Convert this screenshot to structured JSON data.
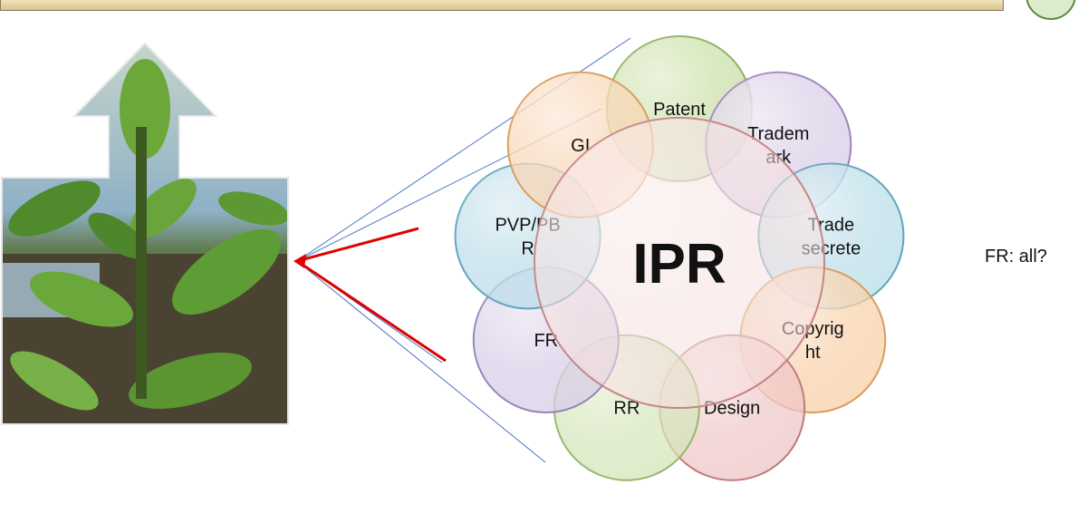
{
  "center": {
    "label": "IPR"
  },
  "bubbles": [
    {
      "id": "patent",
      "lines": [
        "Patent"
      ],
      "color": "#c6dea0",
      "stroke": "#8eae5e"
    },
    {
      "id": "trademark",
      "lines": [
        "Tradem",
        "ark"
      ],
      "color": "#d8cbe6",
      "stroke": "#9a86b8"
    },
    {
      "id": "trade-secrete",
      "lines": [
        "Trade",
        "secrete"
      ],
      "color": "#b7dde8",
      "stroke": "#5ea3bd"
    },
    {
      "id": "copyright",
      "lines": [
        "Copyrig",
        "ht"
      ],
      "color": "#f8cfa4",
      "stroke": "#d99a5a"
    },
    {
      "id": "design",
      "lines": [
        "Design"
      ],
      "color": "#eec3c3",
      "stroke": "#c07878"
    },
    {
      "id": "rr",
      "lines": [
        "RR"
      ],
      "color": "#d3e4b7",
      "stroke": "#98b66a"
    },
    {
      "id": "fr",
      "lines": [
        "FR"
      ],
      "color": "#d6cbe6",
      "stroke": "#9484b6"
    },
    {
      "id": "pvp-pbr",
      "lines": [
        "PVP/PB",
        "R"
      ],
      "color": "#b8dbe8",
      "stroke": "#5ea3bd"
    },
    {
      "id": "gi",
      "lines": [
        "GI"
      ],
      "color": "#f8d2b0",
      "stroke": "#d99a5a"
    }
  ],
  "side_note": "FR: all?",
  "colors": {
    "center_fill": "#f5dede",
    "center_stroke": "#c48686",
    "red_arrow": "#e00000",
    "blue_line": "#4a73c0"
  }
}
